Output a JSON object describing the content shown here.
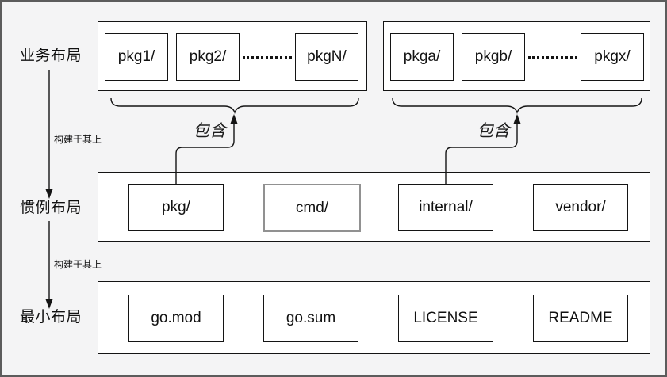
{
  "colors": {
    "background": "#f4f4f5",
    "frame_border": "#5c5c5c",
    "line": "#141414",
    "muted_box_border": "#919191",
    "box_fill": "#ffffff"
  },
  "labels": {
    "business": "业务布局",
    "convention": "惯例布局",
    "minimal": "最小布局",
    "built_on": "构建于其上",
    "contains": "包含"
  },
  "boxes": {
    "business_a": [
      "pkg1/",
      "pkg2/",
      "pkgN/"
    ],
    "business_b": [
      "pkga/",
      "pkgb/",
      "pkgx/"
    ],
    "convention": [
      "pkg/",
      "cmd/",
      "internal/",
      "vendor/"
    ],
    "minimal": [
      "go.mod",
      "go.sum",
      "LICENSE",
      "README"
    ]
  }
}
